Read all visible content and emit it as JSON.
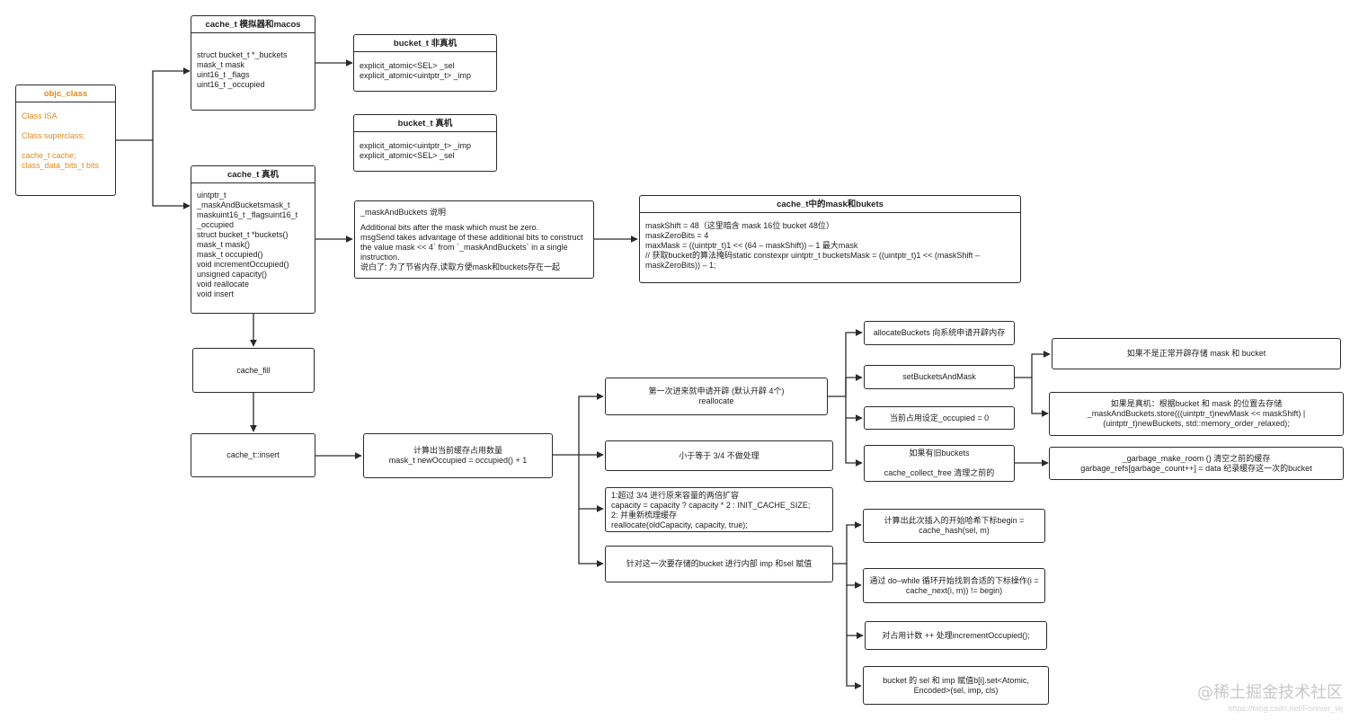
{
  "objc_class": {
    "title": "objc_class",
    "body": "Class ISA\n\nClass superclass;\n\ncache_t cache;\n        class_data_bits_t bits"
  },
  "cache_sim": {
    "title": "cache_t 模拟器和macos",
    "body": "struct bucket_t *_buckets\nmask_t mask\nuint16_t _flags\nuint16_t _occupied"
  },
  "bucket_sim": {
    "title": "bucket_t 非真机",
    "body": "explicit_atomic<SEL> _sel\nexplicit_atomic<uintptr_t> _imp"
  },
  "bucket_real": {
    "title": "bucket_t 真机",
    "body": "explicit_atomic<uintptr_t> _imp\nexplicit_atomic<SEL> _sel"
  },
  "cache_real": {
    "title": "cache_t 真机",
    "body": "uintptr_t\n_maskAndBucketsmask_t\nmaskuint16_t _flagsuint16_t\n_occupied\nstruct bucket_t *buckets()\nmask_t mask()\nmask_t occupied()\nvoid incrementOccupied()\nunsigned capacity()\nvoid reallocate\nvoid insert"
  },
  "mask_note": {
    "title": "_maskAndBuckets 说明",
    "body": "Additional bits after the mask which must be zero.\nmsgSend takes advantage of these additional bits to construct the value mask << 4` from `_maskAndBuckets` in a single instruction.\n说白了: 为了节省内存,读取方便mask和buckets存在一起"
  },
  "mask_buckets": {
    "title": "cache_t中的mask和bukets",
    "body": "maskShift = 48（这里暗含 mask 16位 bucket 48位）\nmaskZeroBits = 4\nmaxMask = ((uintptr_t)1 << (64 – maskShift)) – 1      最大mask\n// 获取bucket的算法掩码static constexpr uintptr_t bucketsMask = ((uintptr_t)1 << (maskShift – maskZeroBits)) – 1;"
  },
  "cache_fill": "cache_fill",
  "cache_insert": "cache_t::insert",
  "occupied_calc": "计算出当前缓存占用数量\nmask_t newOccupied = occupied() + 1",
  "first_alloc": "第一次进来就申请开辟 (默认开辟 4个)\nreallocate",
  "less_three_quarters": "小于等于 3/4 不做处理",
  "over_three_quarters": "1:超过 3/4 进行原来容量的两倍扩容\ncapacity = capacity ? capacity * 2 : INIT_CACHE_SIZE;\n2: 并重新梳理缓存\nreallocate(oldCapacity, capacity, true);",
  "assign_bucket": "针对这一次要存储的bucket 进行内部 imp 和sel 赋值",
  "allocate_buckets": "allocateBuckets 向系统申请开辟内存",
  "set_buckets_mask": "setBucketsAndMask",
  "occupied_zero": "当前占用设定_occupied = 0",
  "old_buckets": "如果有旧buckets\n\ncache_collect_free 清理之前的",
  "not_real_device": "如果不是正常开辟存储 mask 和 bucket",
  "real_device": "如果是真机：根据bucket 和 mask 的位置去存储\n_maskAndBuckets.store(((uintptr_t)newMask << maskShift) | (uintptr_t)newBuckets, std::memory_order_relaxed);",
  "garbage": "_garbage_make_room () 清空之前的缓存\ngarbage_refs[garbage_count++] = data 纪录缓存这一次的bucket",
  "hash_begin": "计算出此次插入的开始哈希下标begin = cache_hash(sel, m)",
  "do_while": "通过 do–while 循环开始找到合适的下标操作(i = cache_next(i, m)) != begin)",
  "increment": "对占用计数 ++ 处理incrementOccupied();",
  "bucket_set": "bucket 的 sel 和 imp 赋值b[i].set<Atomic, Encoded>(sel, imp, cls)",
  "watermark": "@稀土掘金技术社区",
  "watermark_url": "https://blog.csdn.net/Forever_wj",
  "colors": {
    "accent": "#e08a1e",
    "stroke": "#2a2a2a"
  }
}
